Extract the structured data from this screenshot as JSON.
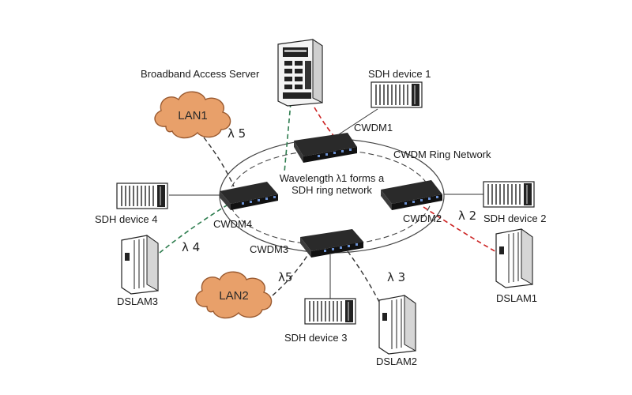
{
  "labels": {
    "bas": "Broadband Access Server",
    "sdh1": "SDH device 1",
    "sdh2": "SDH device 2",
    "sdh3": "SDH device 3",
    "sdh4": "SDH device 4",
    "cwdm1": "CWDM1",
    "cwdm2": "CWDM2",
    "cwdm3": "CWDM3",
    "cwdm4": "CWDM4",
    "ring": "CWDM Ring Network",
    "wave1": "Wavelength λ1 forms a",
    "wave2": "SDH ring network",
    "lan1": "LAN1",
    "lan2": "LAN2",
    "dslam1": "DSLAM1",
    "dslam2": "DSLAM2",
    "dslam3": "DSLAM3",
    "lam5a": "λ 5",
    "lam5b": "λ5",
    "lam4": "λ 4",
    "lam3": "λ 3",
    "lam2": "λ 2"
  },
  "colors": {
    "cloud": "#e8a06a",
    "cloud_stroke": "#9a5a30",
    "green_link": "#2e7d4f",
    "red_link": "#cc2222",
    "dark_link": "#333333",
    "device_body": "#2a2a2a"
  }
}
